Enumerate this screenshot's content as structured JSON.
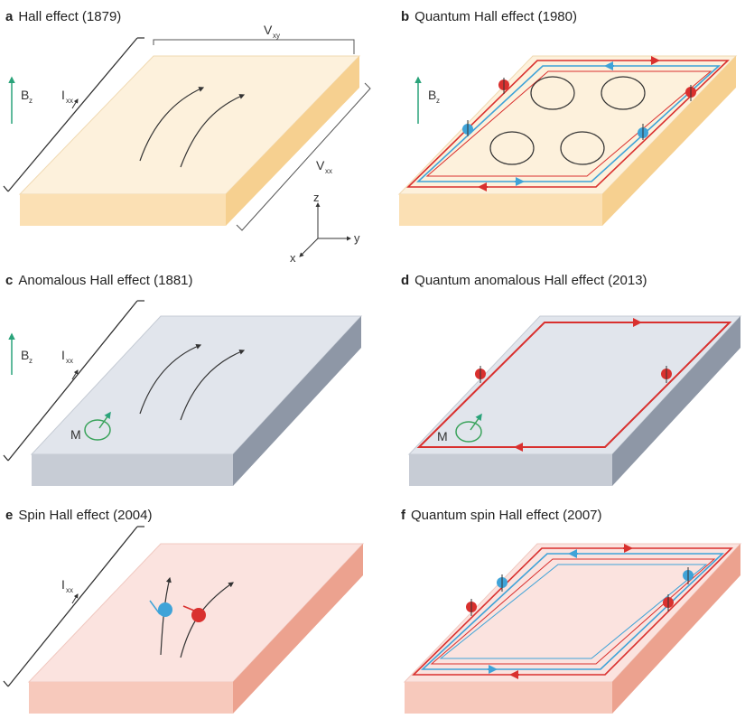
{
  "panels": [
    {
      "letter": "a",
      "title": "Hall effect (1879)"
    },
    {
      "letter": "b",
      "title": "Quantum Hall effect (1980)"
    },
    {
      "letter": "c",
      "title": "Anomalous Hall effect (1881)"
    },
    {
      "letter": "d",
      "title": "Quantum anomalous Hall effect (2013)"
    },
    {
      "letter": "e",
      "title": "Spin Hall effect (2004)"
    },
    {
      "letter": "f",
      "title": "Quantum spin Hall effect (2007)"
    }
  ],
  "labels": {
    "b": "B",
    "b_sub": "z",
    "i": "I",
    "i_sub": "xx",
    "vxy": "V",
    "vxy_sub": "xy",
    "vxx": "V",
    "vxx_sub": "xx",
    "m": "M",
    "axis_x": "x",
    "axis_y": "y",
    "axis_z": "z"
  },
  "colors": {
    "slab_yellow_top": "#fdf1dc",
    "slab_yellow_side": "#fbe0b4",
    "slab_yellow_dark": "#f6d090",
    "slab_grey_top": "#e1e5ec",
    "slab_grey_side": "#c7ccd5",
    "slab_grey_dark": "#8e97a6",
    "slab_pink_top": "#fbe3df",
    "slab_pink_side": "#f7c9bc",
    "slab_pink_dark": "#eca28f",
    "edge_red": "#d9302e",
    "edge_blue": "#3fa3d8",
    "field_green": "#2aa37a",
    "magnet_green": "#3aa35b"
  }
}
